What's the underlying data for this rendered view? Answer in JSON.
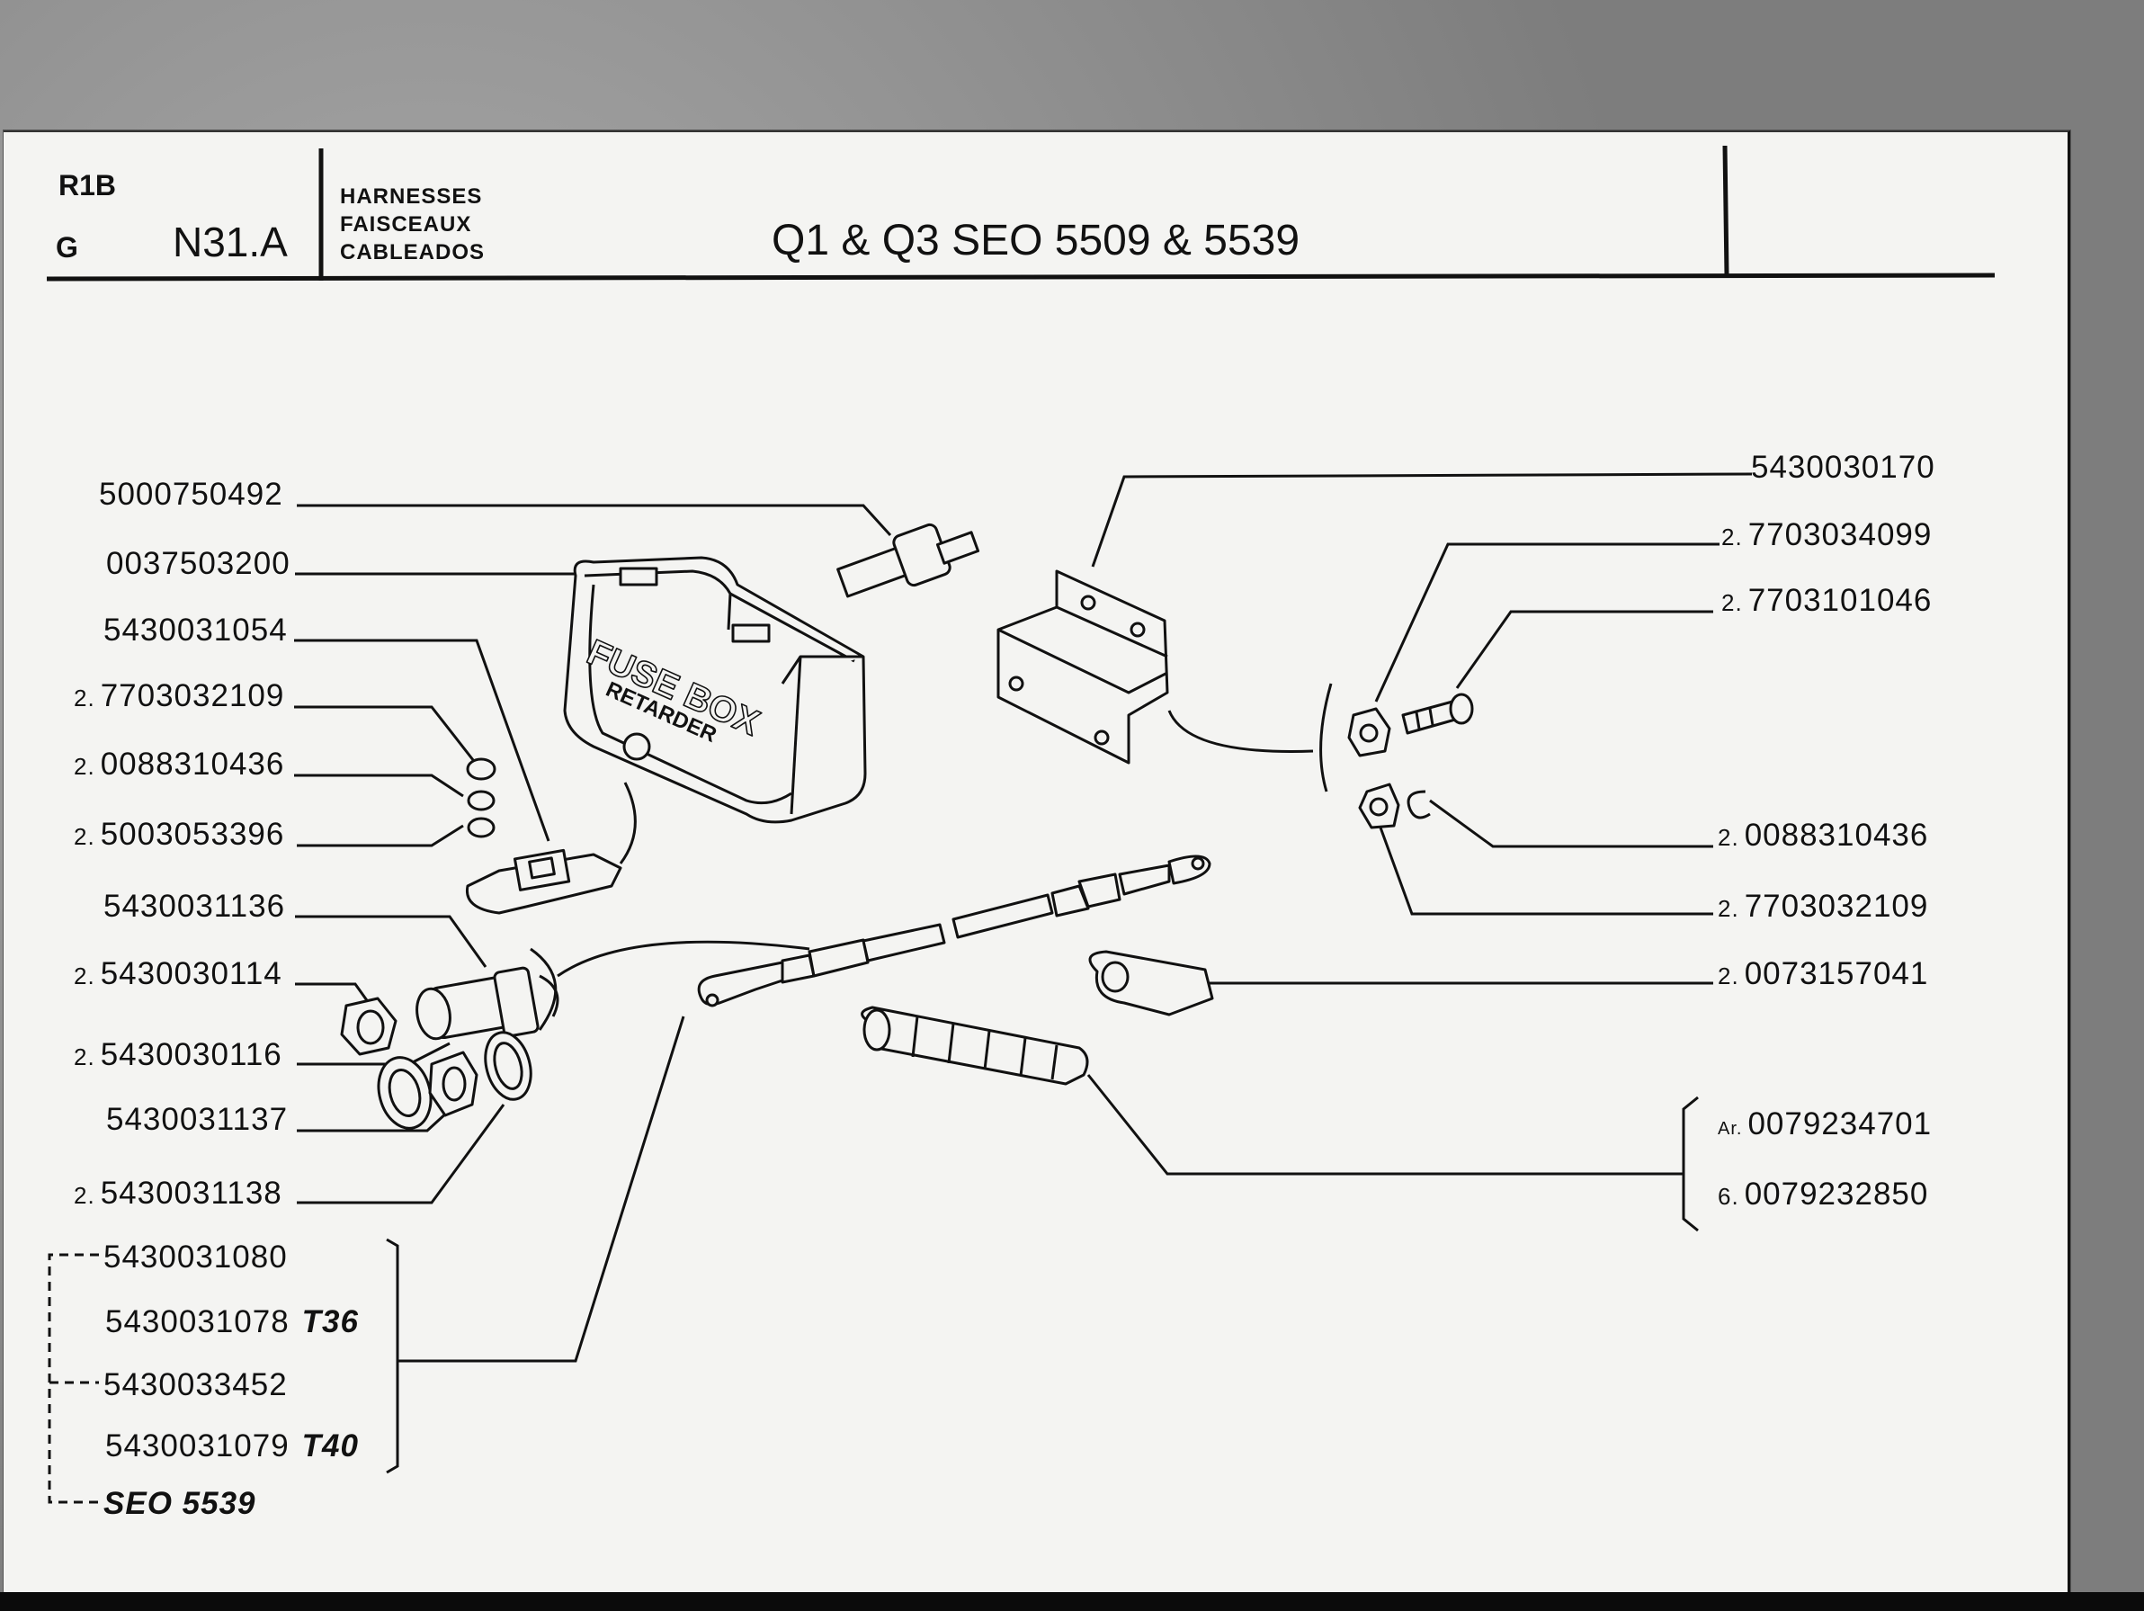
{
  "header": {
    "code_top": "R1B",
    "code_bottom": "G",
    "plate": "N31.A",
    "category_lines": [
      "HARNESSES",
      "FAISCEAUX",
      "CABLEADOS"
    ],
    "title": "Q1 & Q3 SEO 5509 & 5539"
  },
  "fuse_box": {
    "label_main": "FUSE BOX",
    "label_sub": "RETARDER"
  },
  "left_parts": [
    {
      "qty": "",
      "part": "5000750492",
      "note": ""
    },
    {
      "qty": "",
      "part": "0037503200",
      "note": ""
    },
    {
      "qty": "",
      "part": "5430031054",
      "note": ""
    },
    {
      "qty": "2.",
      "part": "7703032109",
      "note": ""
    },
    {
      "qty": "2.",
      "part": "0088310436",
      "note": ""
    },
    {
      "qty": "2.",
      "part": "5003053396",
      "note": ""
    },
    {
      "qty": "",
      "part": "5430031136",
      "note": ""
    },
    {
      "qty": "2.",
      "part": "5430030114",
      "note": ""
    },
    {
      "qty": "2.",
      "part": "5430030116",
      "note": ""
    },
    {
      "qty": "",
      "part": "5430031137",
      "note": ""
    },
    {
      "qty": "2.",
      "part": "5430031138",
      "note": ""
    }
  ],
  "variant_parts": [
    {
      "part": "5430031080",
      "note": ""
    },
    {
      "part": "5430031078",
      "note": "T36"
    },
    {
      "part": "5430033452",
      "note": ""
    },
    {
      "part": "5430031079",
      "note": "T40"
    }
  ],
  "variant_footer": "SEO 5539",
  "right_parts": [
    {
      "qty": "",
      "part": "5430030170"
    },
    {
      "qty": "2.",
      "part": "7703034099"
    },
    {
      "qty": "2.",
      "part": "7703101046"
    },
    {
      "qty": "2.",
      "part": "0088310436"
    },
    {
      "qty": "2.",
      "part": "7703032109"
    },
    {
      "qty": "2.",
      "part": "0073157041"
    },
    {
      "qty": "Ar.",
      "part": "0079234701"
    },
    {
      "qty": "6.",
      "part": "0079232850"
    }
  ]
}
